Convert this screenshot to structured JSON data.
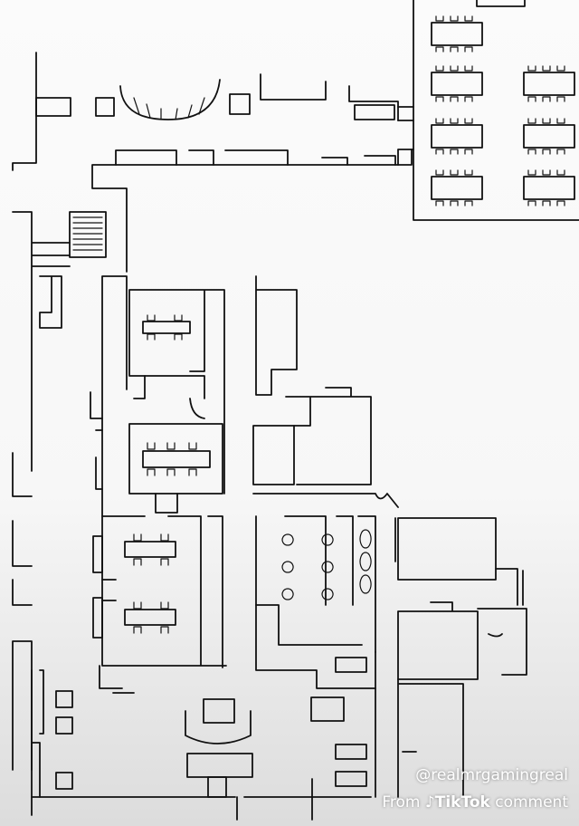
{
  "watermark": {
    "handle": "@realmrgamingreal",
    "from_prefix": "From",
    "platform": "TikTok",
    "from_suffix": "comment",
    "icon": "tiktok-note-icon"
  }
}
